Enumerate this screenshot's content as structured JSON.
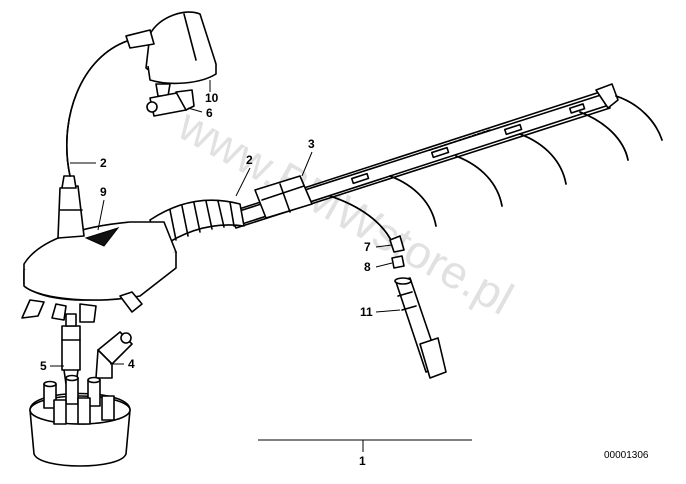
{
  "diagram": {
    "watermark": "www.BMWstore.pl",
    "reference_code": "00001306",
    "callouts": {
      "c1": "1",
      "c2a": "2",
      "c2b": "2",
      "c3": "3",
      "c4": "4",
      "c5": "5",
      "c6": "6",
      "c7": "7",
      "c8": "8",
      "c9": "9",
      "c10": "10",
      "c11": "11"
    }
  }
}
